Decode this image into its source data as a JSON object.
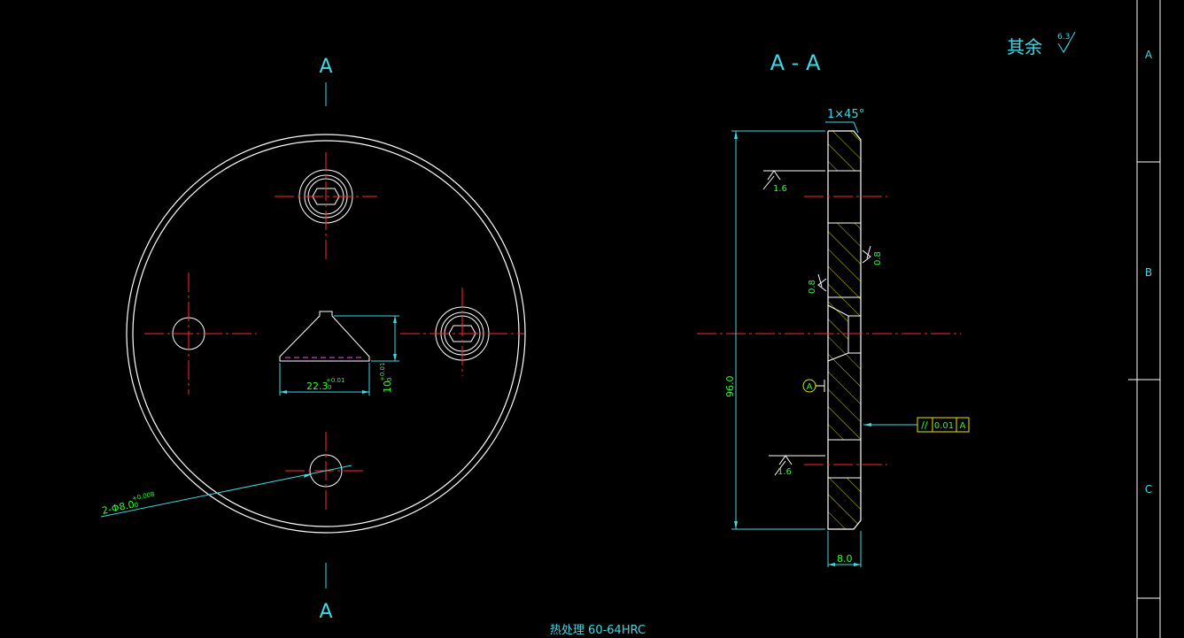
{
  "front_view": {
    "section_mark_top": "A",
    "section_mark_bottom": "A",
    "width_dim": "22.3",
    "width_tol_upper": "+0.01",
    "width_tol_lower": "0",
    "height_dim": "10",
    "height_tol_upper": "+0.01",
    "height_tol_lower": "0",
    "hole_callout": "2-Φ8.0",
    "hole_tol_upper": "+0.008",
    "hole_tol_lower": "0"
  },
  "section_view": {
    "title": "A - A",
    "chamfer": "1×45°",
    "roughness_top": "1.6",
    "roughness_bottom": "1.6",
    "roughness_left": "0.8",
    "roughness_right": "0.8",
    "diameter_dim": "96.0",
    "thickness_dim": "8.0",
    "datum": "A",
    "tolerance_symbol": "//",
    "tolerance_value": "0.01",
    "tolerance_datum": "A"
  },
  "notes": {
    "rest_roughness_label": "其余",
    "rest_roughness_value": "6.3",
    "heat_treatment": "热处理 60-64HRC"
  },
  "frame": {
    "zones": [
      "A",
      "B",
      "C"
    ]
  },
  "colors": {
    "background": "#000000",
    "outline": "#ffffff",
    "dimension": "#3fd9e6",
    "dimension_text": "#2aff2a",
    "center_line": "#ff2a2a",
    "hatch": "#e6e600"
  }
}
